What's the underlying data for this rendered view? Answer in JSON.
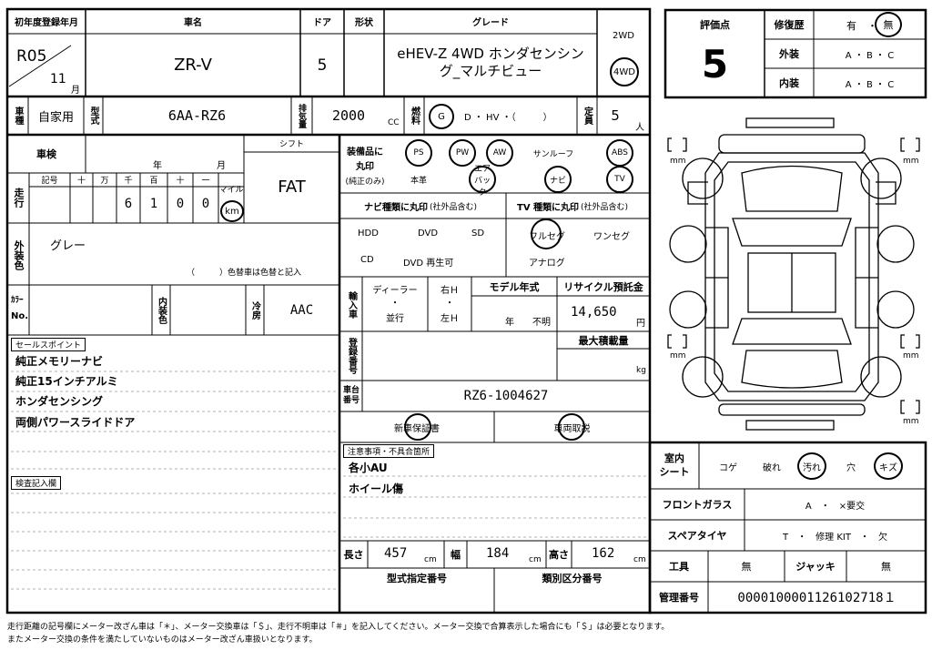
{
  "header": {
    "first_reg_label": "初年度登録年月",
    "first_reg_year": "R05",
    "first_reg_month": "11",
    "month_unit": "月",
    "car_name_label": "車名",
    "car_name": "ZR-V",
    "doors_label": "ドア",
    "doors": "5",
    "shape_label": "形状",
    "grade_label": "グレード",
    "grade_line1": "eHEV-Z 4WD ホンダセンシン",
    "grade_line2": "グ_マルチビュー",
    "drive_2wd": "2WD",
    "drive_4wd": "4WD"
  },
  "score": {
    "label": "評価点",
    "value": "5",
    "repair_label": "修復歴",
    "repair_yes": "有",
    "dot": "・",
    "repair_no": "無",
    "exterior_label": "外装",
    "interior_label": "内装",
    "abc": "A ・ B ・ C"
  },
  "row2": {
    "type_label": "車種",
    "usage": "自家用",
    "model_label": "型式",
    "model": "6AA-RZ6",
    "displacement_label": "排気量",
    "displacement": "2000",
    "cc": "CC",
    "fuel_label": "燃料",
    "fuel_g": "G",
    "fuel_rest": "D ・ HV ・（　　　）",
    "capacity_label": "定員",
    "capacity": "5",
    "person": "人"
  },
  "inspection": {
    "label": "車検",
    "year": "年",
    "month": "月"
  },
  "mileage": {
    "label": "走行",
    "sign": "記号",
    "units": [
      "十",
      "万",
      "千",
      "百",
      "十",
      "一"
    ],
    "digits": [
      "",
      "",
      "6",
      "1",
      "0",
      "0"
    ],
    "mile": "マイル",
    "km": "km"
  },
  "shift": {
    "label": "シフト",
    "value": "FAT"
  },
  "exterior_color": {
    "label": "外装色",
    "value": "グレー",
    "note": "（　　　）色替車は色替と記入"
  },
  "color_no": {
    "label_top": "ｶﾗｰ",
    "label_bottom": "No.",
    "interior_label": "内装色",
    "ac_label": "冷房",
    "ac": "AAC"
  },
  "sales_points": {
    "label": "セールスポイント",
    "items": [
      "純正メモリーナビ",
      "純正15インチアルミ",
      "ホンダセンシング",
      "両側パワースライドドア"
    ]
  },
  "check_notes": {
    "label": "検査記入欄"
  },
  "equipment": {
    "label": "装備品に丸印",
    "sub": "(純正のみ)",
    "row1": [
      "PS",
      "PW",
      "AW",
      "サンルーフ",
      "ABS"
    ],
    "row2": [
      "本革",
      "エアバック",
      "ナビ",
      "TV"
    ]
  },
  "navi": {
    "label": "ナビ種類に丸印",
    "sub": "(社外品含む)",
    "items": [
      "HDD",
      "DVD",
      "SD",
      "CD",
      "DVD 再生可"
    ]
  },
  "tv": {
    "label": "TV 種類に丸印",
    "sub": "(社外品含む)",
    "items": [
      "フルセグ",
      "ワンセグ",
      "アナログ"
    ]
  },
  "import": {
    "label": "輸入車",
    "dealer": "ディーラー",
    "dot": "・",
    "parallel": "並行",
    "rh": "右Ｈ",
    "lh": "左Ｈ"
  },
  "model_year": {
    "label": "モデル年式",
    "year": "年",
    "unknown": "不明"
  },
  "recycle": {
    "label": "リサイクル預託金",
    "value": "14,650",
    "unit": "円"
  },
  "registration": {
    "label": "登録番号"
  },
  "max_load": {
    "label": "最大積載量",
    "unit": "kg"
  },
  "chassis": {
    "label": "車台番号",
    "value": "RZ6-1004627"
  },
  "docs": {
    "warranty": "新車保証書",
    "manual": "車両取説"
  },
  "remarks": {
    "label": "注意事項・不具合箇所",
    "items": [
      "各小AU",
      "ホイール傷"
    ]
  },
  "dims": {
    "length_label": "長さ",
    "length": "457",
    "width_label": "幅",
    "width": "184",
    "height_label": "高さ",
    "height": "162",
    "cm": "cm"
  },
  "type_designation": "型式指定番号",
  "class_number": "類別区分番号",
  "interior_seat": {
    "label": "室内シート",
    "items": [
      "コゲ",
      "破れ",
      "汚れ",
      "穴",
      "キズ"
    ]
  },
  "windshield": {
    "label": "フロントガラス",
    "value": "A　・　×要交"
  },
  "spare": {
    "label": "スペアタイヤ",
    "value": "T　・　修理 KIT　・　欠"
  },
  "tools": {
    "label": "工具",
    "value": "無",
    "jack_label": "ジャッキ",
    "jack": "無"
  },
  "mgmt": {
    "label": "管理番号",
    "value": "0000100001126102718１"
  },
  "diagram": {
    "mm": "mm"
  },
  "footer": {
    "line1": "走行距離の記号欄にメーター改ざん車は「＊」、メーター交換車は「＄」、走行不明車は「＃」を記入してください。メーター交換で合算表示した場合にも「＄」は必要となります。",
    "line2": "またメーター交換の条件を満たしていないものはメーター改ざん車扱いとなります。"
  }
}
